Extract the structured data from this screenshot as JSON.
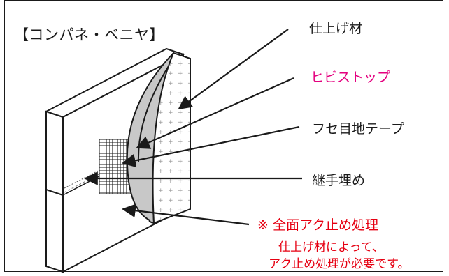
{
  "title": "【コンパネ・ベニヤ】",
  "labels": {
    "finish": "仕上げ材",
    "hibistop": "ヒビストップ",
    "tape": "フセ目地テープ",
    "joint": "継手埋め",
    "primer": "※ 全面アク止め処理"
  },
  "note": {
    "line1": "仕上げ材によって、",
    "line2": "アク止め処理が必要です。"
  },
  "colors": {
    "text": "#1a1a1a",
    "accent_pink": "#e4007f",
    "accent_red": "#e60012",
    "layer_gray": "#c8c8c8"
  }
}
